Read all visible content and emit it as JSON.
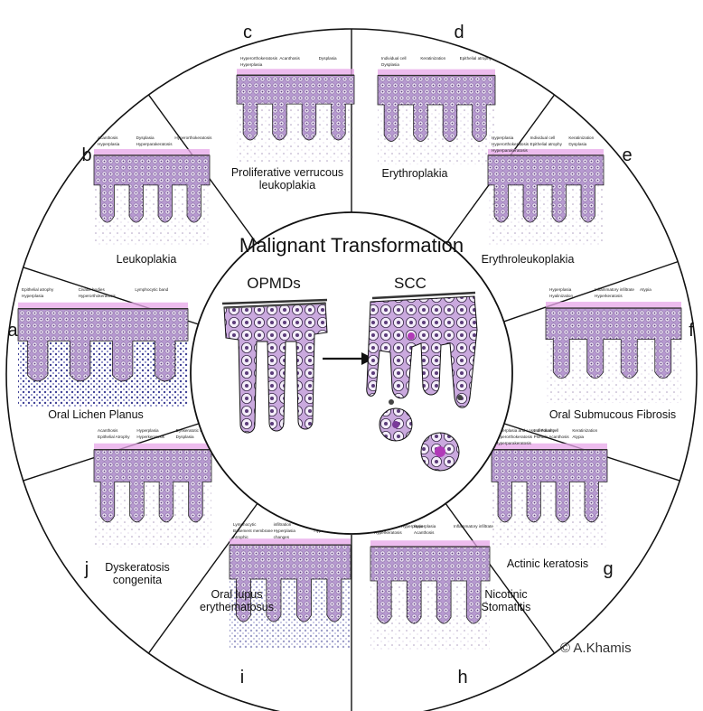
{
  "center": {
    "title": "Malignant Transformation",
    "left_label": "OPMDs",
    "right_label": "SCC"
  },
  "credit": "© A.Khamis",
  "segments": [
    {
      "letter": "a",
      "title": [
        "Oral Lichen Planus"
      ],
      "annotations": [
        "Epithelial atrophy",
        "Civatte bodies",
        "Lymphocytic band",
        "Hyperplasia",
        "Hyperorthokeratosis"
      ]
    },
    {
      "letter": "b",
      "title": [
        "Leukoplakia"
      ],
      "annotations": [
        "Acanthosis",
        "Dysplasia",
        "Hyperorthokeratosis",
        "Hyperplasia",
        "Hyperparakeratosis"
      ]
    },
    {
      "letter": "c",
      "title": [
        "Proliferative verrucous",
        "leukoplakia"
      ],
      "annotations": [
        "Hyperorthokeratosis",
        "Acanthosis",
        "Dysplasia",
        "Hyperplasia"
      ]
    },
    {
      "letter": "d",
      "title": [
        "Erythroplakia"
      ],
      "annotations": [
        "Individual cell",
        "Keratinization",
        "Epithelial atrophy",
        "Dysplasia"
      ]
    },
    {
      "letter": "e",
      "title": [
        "Erythroleukoplakia"
      ],
      "annotations": [
        "Hyperplasia",
        "Individual cell",
        "Keratinization",
        "Hyperorthokeratosis",
        "Epithelial atrophy",
        "Dysplasia",
        "Hyperparakeratosis"
      ]
    },
    {
      "letter": "f",
      "title": [
        "Oral Submucous Fibrosis"
      ],
      "annotations": [
        "Hyperplasia",
        "Inflammatory infiltrate",
        "Atypia",
        "Hyalinization",
        "Hyperkeratosis"
      ]
    },
    {
      "letter": "g",
      "title": [
        "Actinic keratosis"
      ],
      "annotations": [
        "Hyperplasia and Loss of Polarity",
        "Individual cell",
        "Keratinization",
        "Hyperorthokeratosis",
        "Pseudo Acanthosis",
        "Atypia",
        "Hyperparakeratosis"
      ]
    },
    {
      "letter": "h",
      "title": [
        "Nicotinic",
        "Stomatitis"
      ],
      "annotations": [
        "Salivary ducts Hyperplasia",
        "Hyperplasia",
        "Inflammatory infiltrate",
        "Hyperkeratosis",
        "Acanthosis"
      ]
    },
    {
      "letter": "i",
      "title": [
        "Oral lupus",
        "erythematosus"
      ],
      "annotations": [
        "Lymphocytic",
        "infiltration",
        "Thickening of",
        "Basement membrane",
        "Hyperplasia",
        "Hyperkeratosis",
        "Atrophic",
        "changes"
      ]
    },
    {
      "letter": "j",
      "title": [
        "Dyskeratosis",
        "congenita"
      ],
      "annotations": [
        "Acanthosis",
        "Hyperplasia",
        "Dyskeratotic cells",
        "Epithelial Atrophy",
        "Hyperkeratosis",
        "Dysplasia"
      ]
    }
  ],
  "colors": {
    "tissue": "#b79ad0",
    "tissue_dark": "#7a5a9a",
    "cell_fill": "#efe6f7",
    "keratin": "#e7a6e8",
    "inflammatory": "#2b2d8a",
    "line": "#111111"
  }
}
